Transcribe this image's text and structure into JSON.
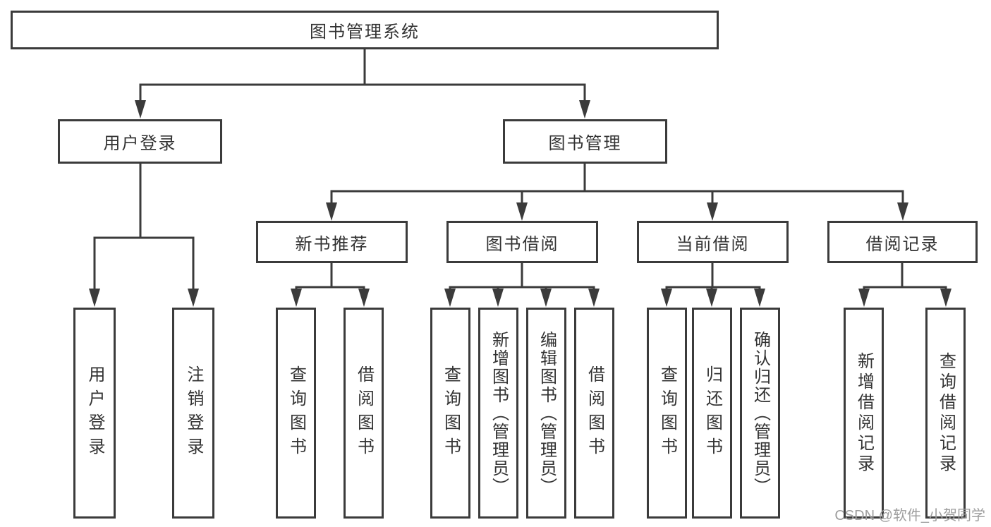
{
  "diagram": {
    "root": {
      "label": "图书管理系统"
    },
    "branches": [
      {
        "label": "用户登录",
        "children": [
          {
            "label": "用户登录"
          },
          {
            "label": "注销登录"
          }
        ]
      },
      {
        "label": "图书管理",
        "children": [
          {
            "label": "新书推荐",
            "children": [
              {
                "label": "查询图书"
              },
              {
                "label": "借阅图书"
              }
            ]
          },
          {
            "label": "图书借阅",
            "children": [
              {
                "label": "查询图书"
              },
              {
                "label": "新增图书（管理员）"
              },
              {
                "label": "编辑图书（管理员）"
              },
              {
                "label": "借阅图书"
              }
            ]
          },
          {
            "label": "当前借阅",
            "children": [
              {
                "label": "查询图书"
              },
              {
                "label": "归还图书"
              },
              {
                "label": "确认归还（管理员）"
              }
            ]
          },
          {
            "label": "借阅记录",
            "children": [
              {
                "label": "新增借阅记录"
              },
              {
                "label": "查询借阅记录"
              }
            ]
          }
        ]
      }
    ]
  },
  "watermark": {
    "text": "CSDN @软件_小贺同学"
  },
  "colors": {
    "line": "#3b3b3b",
    "text": "#333333",
    "box_bg": "#ffffff",
    "watermark": "#9e9e9e"
  }
}
